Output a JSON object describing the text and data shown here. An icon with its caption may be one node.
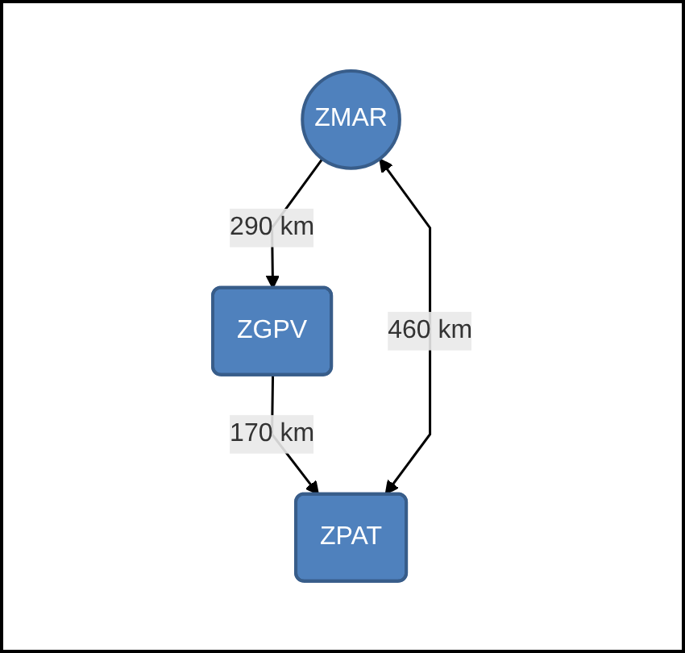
{
  "diagram": {
    "nodes": [
      {
        "text": [
          "ZMAR"
        ]
      },
      {
        "text": [
          "ZGPV"
        ]
      },
      {
        "text": [
          "ZPAT"
        ]
      }
    ],
    "edges": [
      {
        "from": 0,
        "to": 1,
        "arrow": "to",
        "label": "290 km"
      },
      {
        "from": 1,
        "to": 2,
        "arrow": "to",
        "label": "170 km"
      },
      {
        "from": 2,
        "to": 0,
        "arrow": "both",
        "label": "460 km"
      }
    ]
  }
}
